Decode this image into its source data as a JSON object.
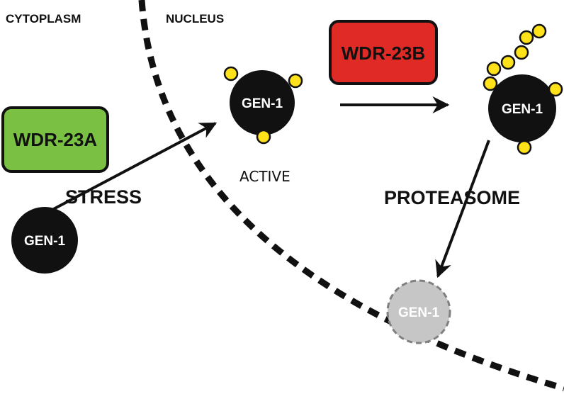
{
  "regions": {
    "cytoplasm": "CYTOPLASM",
    "nucleus": "NUCLEUS"
  },
  "proteins": {
    "wdr23a": "WDR-23A",
    "wdr23b": "WDR-23B"
  },
  "gen1": {
    "cytoplasmic": "GEN-1",
    "nuclear_active": "GEN-1",
    "ubiquitinated": "GEN-1",
    "degraded": "GEN-1"
  },
  "labels": {
    "stress": "STRESS",
    "active": "ACTIVE",
    "proteasome": "PROTEASOME"
  },
  "colors": {
    "wdr23a_fill": "#7ac143",
    "wdr23b_fill": "#e02a26",
    "gen1_fill": "#111111",
    "degraded_fill": "#c6c6c6",
    "degraded_stroke": "#808080",
    "ubiquitin_fill": "#ffe21a",
    "boundary": "#111111"
  }
}
